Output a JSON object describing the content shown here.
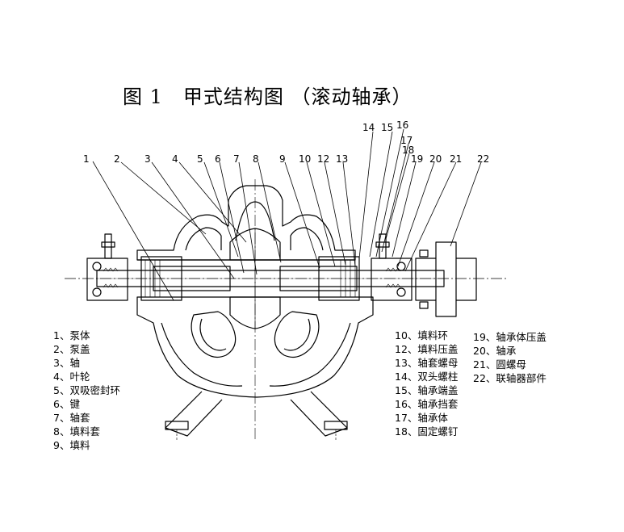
{
  "title": "图 1　甲式结构图 （滚动轴承）",
  "callout_numbers": [
    "1",
    "2",
    "3",
    "4",
    "5",
    "6",
    "7",
    "8",
    "9",
    "10",
    "12",
    "13",
    "14",
    "15",
    "16",
    "17",
    "18",
    "19",
    "20",
    "21",
    "22"
  ],
  "parts": [
    "1、泵体",
    "2、泵盖",
    "3、轴",
    "4、叶轮",
    "5、双吸密封环",
    "6、键",
    "7、轴套",
    "8、填料套",
    "9、填料",
    "10、填料环",
    "12、填料压盖",
    "13、轴套螺母",
    "14、双头螺柱",
    "15、轴承端盖",
    "16、轴承挡套",
    "17、轴承体",
    "18、固定螺钉",
    "19、轴承体压盖",
    "20、轴承",
    "21、圆螺母",
    "22、联轴器部件"
  ]
}
